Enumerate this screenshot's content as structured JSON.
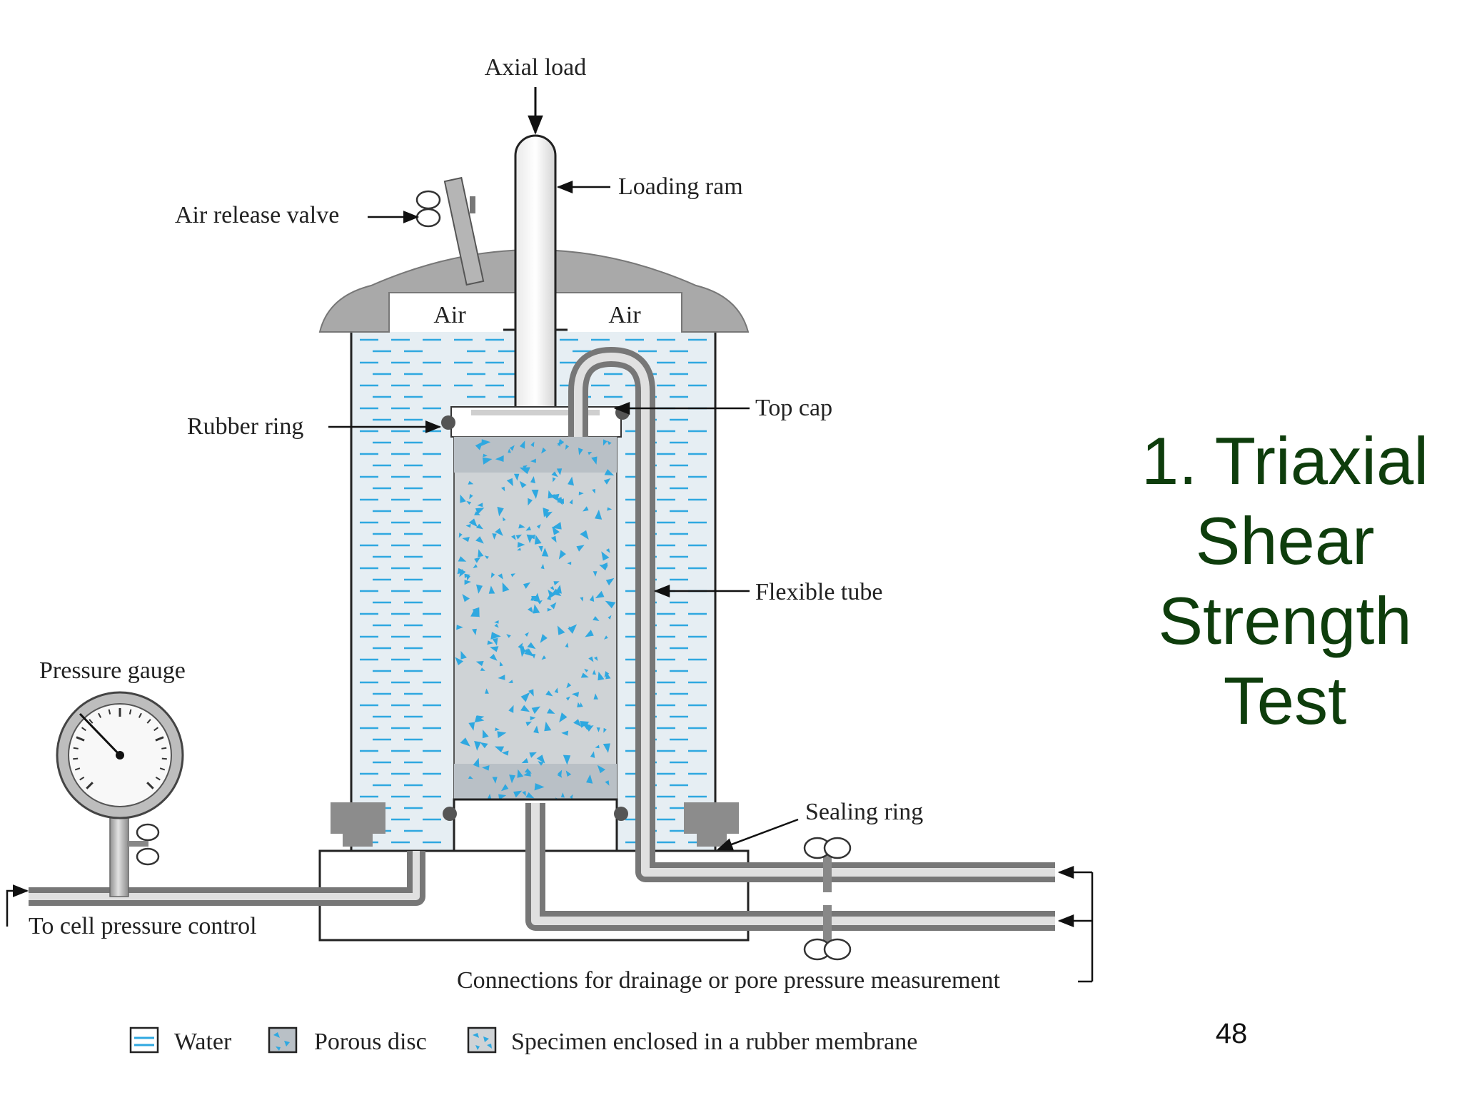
{
  "diagram": {
    "labels": {
      "axial_load": "Axial load",
      "loading_ram": "Loading ram",
      "air_release_valve": "Air release valve",
      "air_left": "Air",
      "air_right": "Air",
      "top_cap": "Top cap",
      "rubber_ring": "Rubber ring",
      "flexible_tube": "Flexible tube",
      "pressure_gauge": "Pressure gauge",
      "sealing_ring": "Sealing ring",
      "cell_pressure": "To cell pressure control",
      "connections": "Connections for drainage or pore pressure measurement"
    },
    "legend": [
      {
        "label": "Water"
      },
      {
        "label": "Porous disc"
      },
      {
        "label": "Specimen enclosed in a rubber membrane"
      }
    ],
    "colors": {
      "water": "#2fa8e0",
      "cell_fill": "#e6eef3",
      "metal": "#a9a9a9",
      "specimen_bg": "#cfd3d6",
      "title": "#0e3d0c"
    }
  },
  "slide": {
    "title_lines": [
      "1. Triaxial",
      "Shear",
      "Strength",
      "Test"
    ],
    "page_number": "48"
  }
}
